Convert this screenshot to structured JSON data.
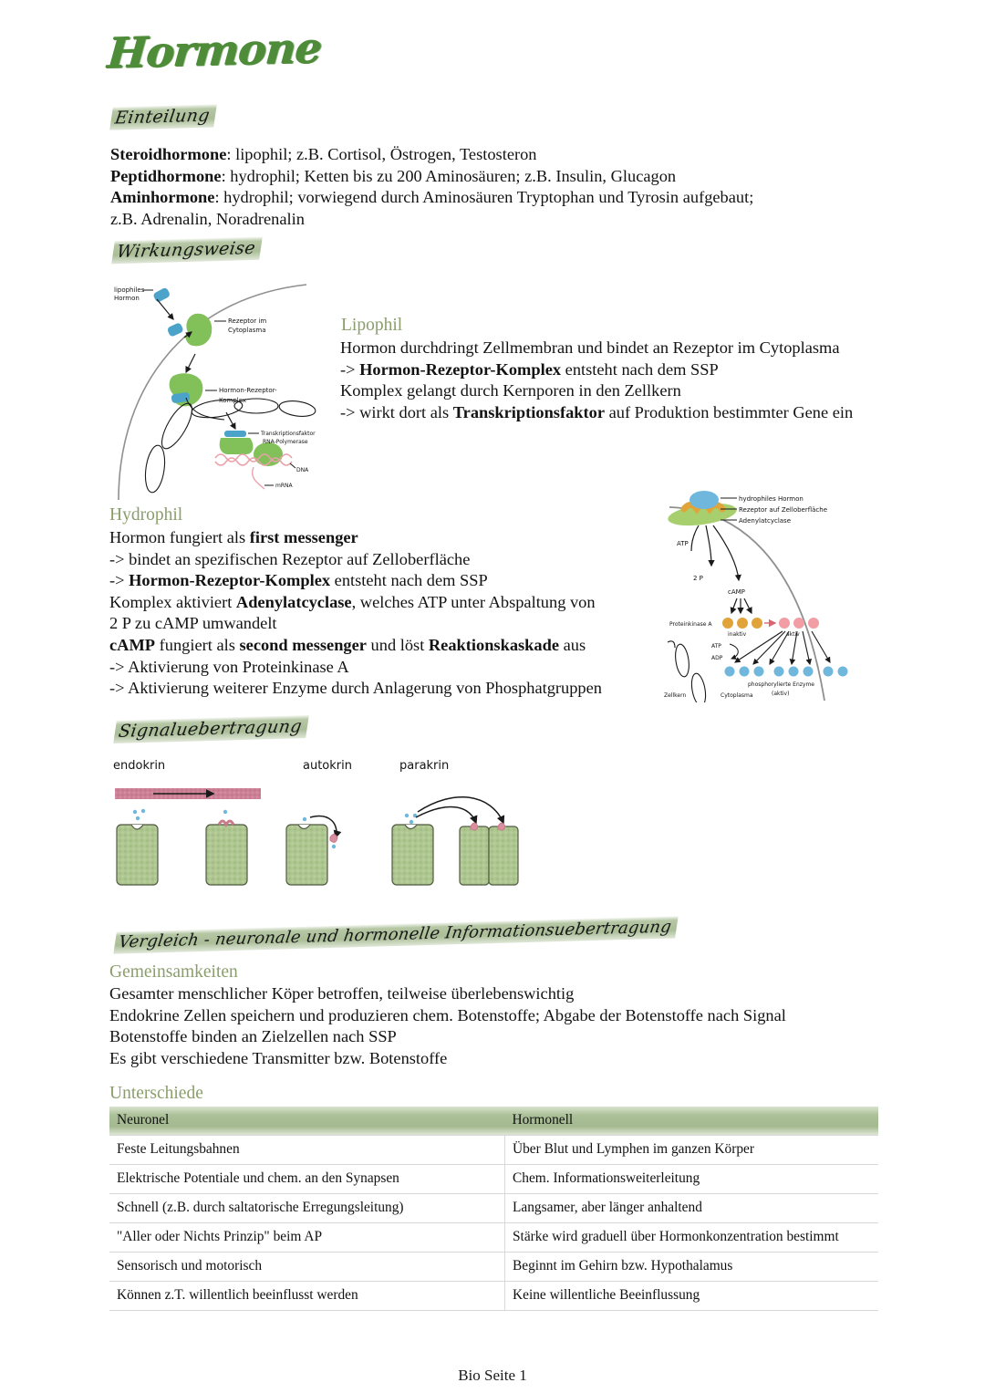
{
  "document": {
    "title": "Hormone",
    "footer": "Bio Seite 1",
    "colors": {
      "title_green": "#4f8c3a",
      "subhead_green": "#8a9e6b",
      "highlight_green": "#a8bd94",
      "vessel_pink": "#cc8096",
      "cell_green": "#a8c089"
    }
  },
  "sections": {
    "einteilung": {
      "heading": "Einteilung",
      "lines": [
        {
          "bold": "Steroidhormone",
          "rest": ": lipophil; z.B. Cortisol, Östrogen, Testosteron"
        },
        {
          "bold": "Peptidhormone",
          "rest": ": hydrophil; Ketten bis zu 200 Aminosäuren; z.B. Insulin, Glucagon"
        },
        {
          "bold": "Aminhormone",
          "rest": ": hydrophil; vorwiegend durch Aminosäuren Tryptophan und Tyrosin aufgebaut;"
        },
        {
          "bold": "",
          "rest": "z.B. Adrenalin, Noradrenalin"
        }
      ]
    },
    "wirkungsweise": {
      "heading": "Wirkungsweise",
      "lipophil": {
        "subheading": "Lipophil",
        "lines": [
          "Hormon durchdringt Zellmembran und bindet an Rezeptor im Cytoplasma",
          "-> Hormon-Rezeptor-Komplex entsteht nach dem SSP",
          "Komplex gelangt durch Kernporen in den Zellkern",
          "-> wirkt dort als Transkriptionsfaktor auf Produktion bestimmter Gene ein"
        ],
        "bold_terms": [
          "Hormon-Rezeptor-Komplex",
          "Transkriptionsfaktor"
        ],
        "diagram_labels": [
          "lipophiles Hormon",
          "Rezeptor im Cytoplasma",
          "Hormon-Rezeptor-Komplex",
          "Transkriptionsfaktor",
          "RNA-Polymerase",
          "DNA",
          "mRNA"
        ]
      },
      "hydrophil": {
        "subheading": "Hydrophil",
        "lines": [
          "Hormon fungiert als first messenger",
          "-> bindet an spezifischen Rezeptor auf Zelloberfläche",
          "-> Hormon-Rezeptor-Komplex entsteht nach dem SSP",
          "Komplex aktiviert Adenylatcyclase, welches ATP unter Abspaltung von",
          "2 P zu cAMP umwandelt",
          "cAMP fungiert als second messenger und löst Reaktionskaskade aus",
          "-> Aktivierung von Proteinkinase A",
          "-> Aktivierung weiterer Enzyme durch Anlagerung von Phosphatgruppen"
        ],
        "bold_terms": [
          "first messenger",
          "Hormon-Rezeptor-Komplex",
          "Adenylatcyclase",
          "cAMP",
          "second messenger",
          "Reaktionskaskade"
        ],
        "diagram_labels": [
          "hydrophiles Hormon",
          "Rezeptor auf Zelloberfläche",
          "Adenylatcyclase",
          "ATP",
          "2 P",
          "cAMP",
          "Proteinkinase A",
          "inaktiv",
          "aktiv",
          "ATP",
          "ADP",
          "phosphorylierte Enzyme",
          "(aktiv)",
          "Zellkern",
          "Cytoplasma"
        ]
      }
    },
    "signaluebertragung": {
      "heading": "Signaluebertragung",
      "labels": [
        "endokrin",
        "autokrin",
        "parakrin"
      ]
    },
    "vergleich": {
      "heading": "Vergleich - neuronale und hormonelle Informationsuebertragung",
      "gemeinsamkeiten": {
        "subheading": "Gemeinsamkeiten",
        "lines": [
          "Gesamter menschlicher Köper betroffen, teilweise überlebenswichtig",
          "Endokrine Zellen speichern und produzieren chem. Botenstoffe; Abgabe der Botenstoffe nach Signal",
          "Botenstoffe binden an Zielzellen nach SSP",
          "Es gibt verschiedene Transmitter bzw. Botenstoffe"
        ]
      },
      "unterschiede": {
        "subheading": "Unterschiede",
        "table": {
          "headers": [
            "Neuronel",
            "Hormonell"
          ],
          "rows": [
            [
              "Feste Leitungsbahnen",
              "Über Blut und Lymphen im ganzen Körper"
            ],
            [
              "Elektrische Potentiale und chem. an den Synapsen",
              "Chem. Informationsweiterleitung"
            ],
            [
              "Schnell (z.B. durch saltatorische Erregungsleitung)",
              "Langsamer, aber länger anhaltend"
            ],
            [
              "\"Aller oder Nichts Prinzip\" beim AP",
              "Stärke wird graduell über Hormonkonzentration bestimmt"
            ],
            [
              "Sensorisch und motorisch",
              "Beginnt im Gehirn bzw. Hypothalamus"
            ],
            [
              "Können z.T. willentlich beeinflusst werden",
              "Keine willentliche Beeinflussung"
            ]
          ]
        }
      }
    }
  }
}
